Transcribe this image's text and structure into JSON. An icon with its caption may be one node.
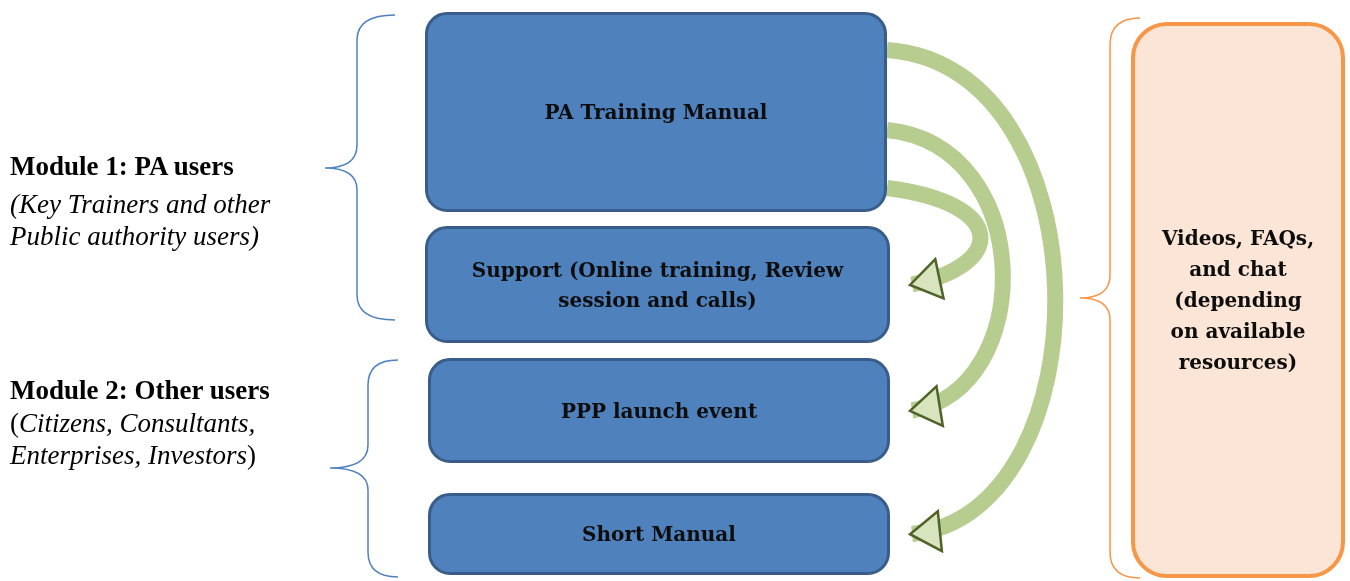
{
  "diagram": {
    "nodes": [
      {
        "text": [
          "PA Training Manual"
        ]
      },
      {
        "text": [
          "Support (Online training, Review session and calls)"
        ]
      },
      {
        "text": [
          "PPP launch event"
        ]
      },
      {
        "text": [
          "Short Manual"
        ]
      },
      {
        "text": [
          "Videos, FAQs, and chat (depending on available resources)"
        ]
      }
    ],
    "edges": [
      {
        "from": 0,
        "to": 1,
        "arrow": "to"
      },
      {
        "from": 0,
        "to": 2,
        "arrow": "to"
      },
      {
        "from": 0,
        "to": 3,
        "arrow": "to"
      }
    ],
    "labels": [
      "Module 1: PA users",
      "(Key Trainers and other Public authority users)",
      "Module 2: Other users",
      "(*Citizens, Consultants, Enterprises, Investors*)"
    ]
  }
}
